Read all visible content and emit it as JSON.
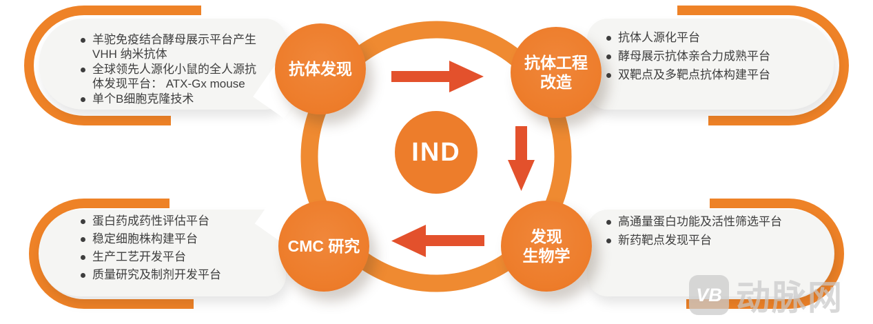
{
  "center": {
    "label": "IND"
  },
  "nodes": {
    "discovery": {
      "label": "抗体发现"
    },
    "engineering": {
      "label": "抗体工程\n改造"
    },
    "biology": {
      "label": "发现\n生物学"
    },
    "cmc": {
      "label": "CMC 研究"
    }
  },
  "panels": {
    "discovery_platforms": {
      "items": [
        "羊驼免疫结合酵母展示平台产生 VHH 纳米抗体",
        "全球领先人源化小鼠的全人源抗体发现平台： ATX-Gx mouse",
        "单个B细胞克隆技术"
      ]
    },
    "engineering_platforms": {
      "items": [
        "抗体人源化平台",
        "酵母展示抗体亲合力成熟平台",
        "双靶点及多靶点抗体构建平台"
      ]
    },
    "biology_platforms": {
      "items": [
        "高通量蛋白功能及活性筛选平台",
        "新药靶点发现平台"
      ]
    },
    "cmc_platforms": {
      "items": [
        "蛋白药成药性评估平台",
        "稳定细胞株构建平台",
        "生产工艺开发平台",
        "质量研究及制剂开发平台"
      ]
    }
  },
  "watermark": {
    "logo": "VB",
    "text": "动脉网"
  },
  "colors": {
    "node_orange": "#EE7E2C",
    "ring_orange": "#EF8A31",
    "outline_orange": "#EE8227",
    "arrow_red": "#E3512C",
    "panel_gray": "#F5F5F3",
    "text_dark": "#3E3E3E"
  }
}
